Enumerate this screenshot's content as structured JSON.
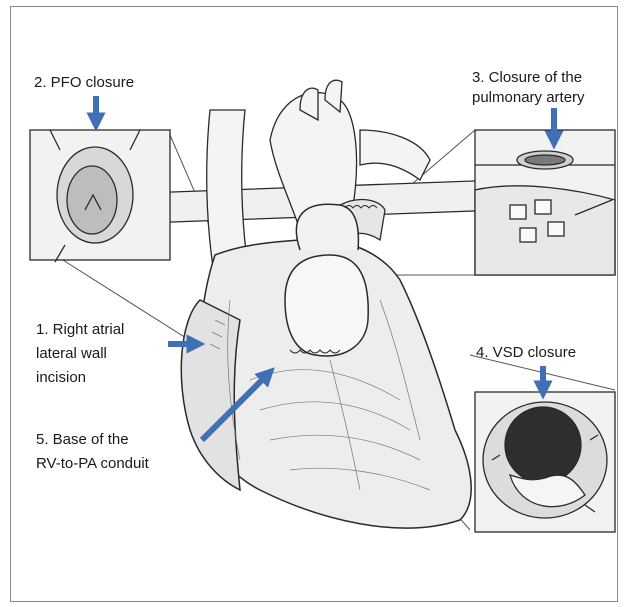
{
  "labels": {
    "pfo": "2. PFO closure",
    "pa_line1": "3. Closure of the",
    "pa_line2": "pulmonary artery",
    "ra_line1": "1. Right atrial",
    "ra_line2": "lateral wall",
    "ra_line3": "incision",
    "vsd": "4. VSD closure",
    "base_line1": "5. Base of the",
    "base_line2": "RV-to-PA conduit"
  },
  "colors": {
    "arrow": "#3f6fb5",
    "ink": "#2a2a2a",
    "frame": "#8a8a8a"
  }
}
